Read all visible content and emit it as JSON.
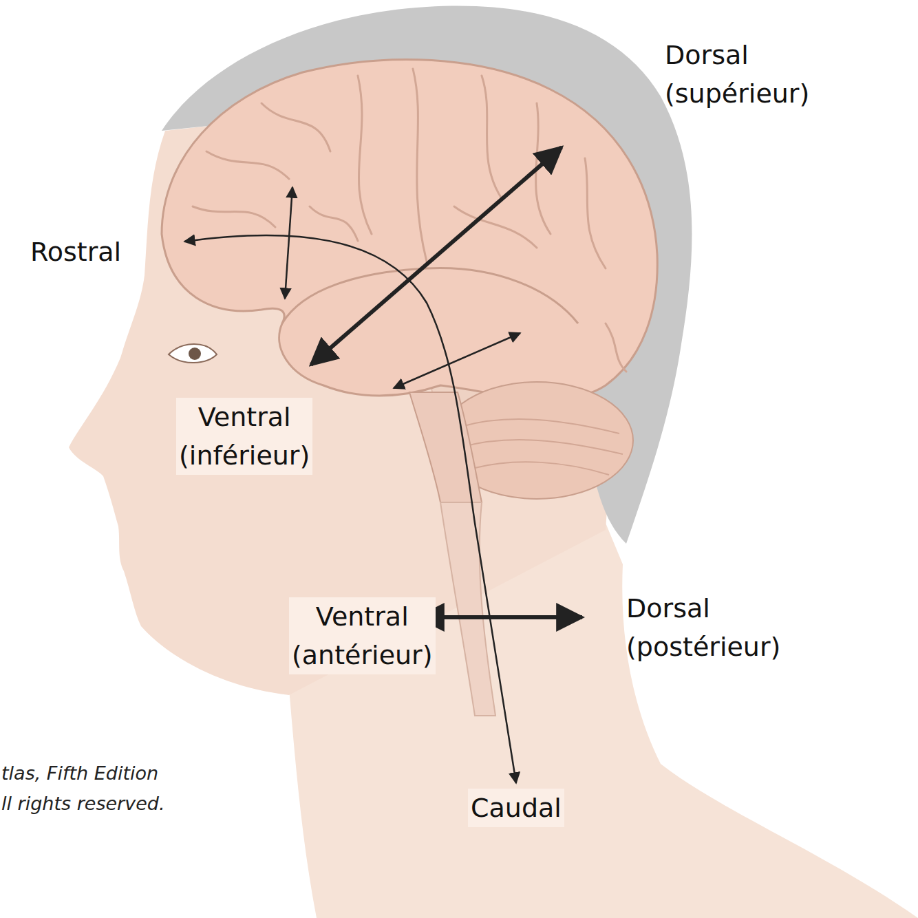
{
  "diagram": {
    "labels": [
      "Dorsal (supérieur)",
      "Rostral",
      "Ventral (inférieur)",
      "Ventral (antérieur)",
      "Dorsal (postérieur)",
      "Caudal",
      "tlas, Fifth Edition",
      "ll rights reserved."
    ]
  }
}
